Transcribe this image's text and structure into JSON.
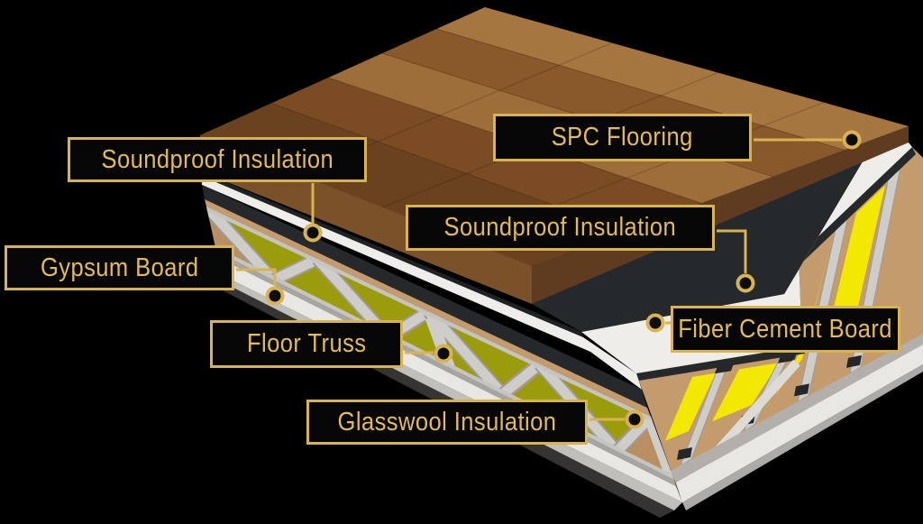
{
  "diagram": {
    "type": "floor-assembly-cutaway",
    "background": "#000000"
  },
  "labels": [
    {
      "id": "soundproof-top",
      "text": "Soundproof Insulation"
    },
    {
      "id": "spc-flooring",
      "text": "SPC Flooring"
    },
    {
      "id": "soundproof-mid",
      "text": "Soundproof Insulation"
    },
    {
      "id": "gypsum-board",
      "text": "Gypsum Board"
    },
    {
      "id": "floor-truss",
      "text": "Floor Truss"
    },
    {
      "id": "glasswool",
      "text": "Glasswool Insulation"
    },
    {
      "id": "fiber-cement",
      "text": "Fiber Cement Board"
    }
  ],
  "palette": {
    "label_border": "#d9b34e",
    "label_text": "#e4bc55",
    "label_bg": "#060606",
    "connector_gold": "#d9b34e",
    "dot_fill": "#0c0c0c",
    "wood_band_1": "#a5763f",
    "wood_band_2": "#8a592b",
    "wood_band_3": "#9e6e3a",
    "wood_band_4": "#7b4c24",
    "wood_band_5": "#6a4220",
    "wood_side_left": "#7b5129",
    "wood_side_right": "#5f3c20",
    "soundproof_black": "#26292b",
    "shadow_black": "#1f2224",
    "fiber_white": "#efedea",
    "cavity_tan": "#c49b6d",
    "cavity_tan_dark": "#b98f62",
    "glasswool_olive": "#9a9c0c",
    "glasswool_yellow": "#f3e800",
    "truss_gray_light": "#cfcdc9",
    "truss_gray_dark": "#9e9b96",
    "gypsum_white": "#e9e7e3",
    "gray_chord": "#a8a5a0",
    "rim_gray": "#d6d4cf"
  }
}
